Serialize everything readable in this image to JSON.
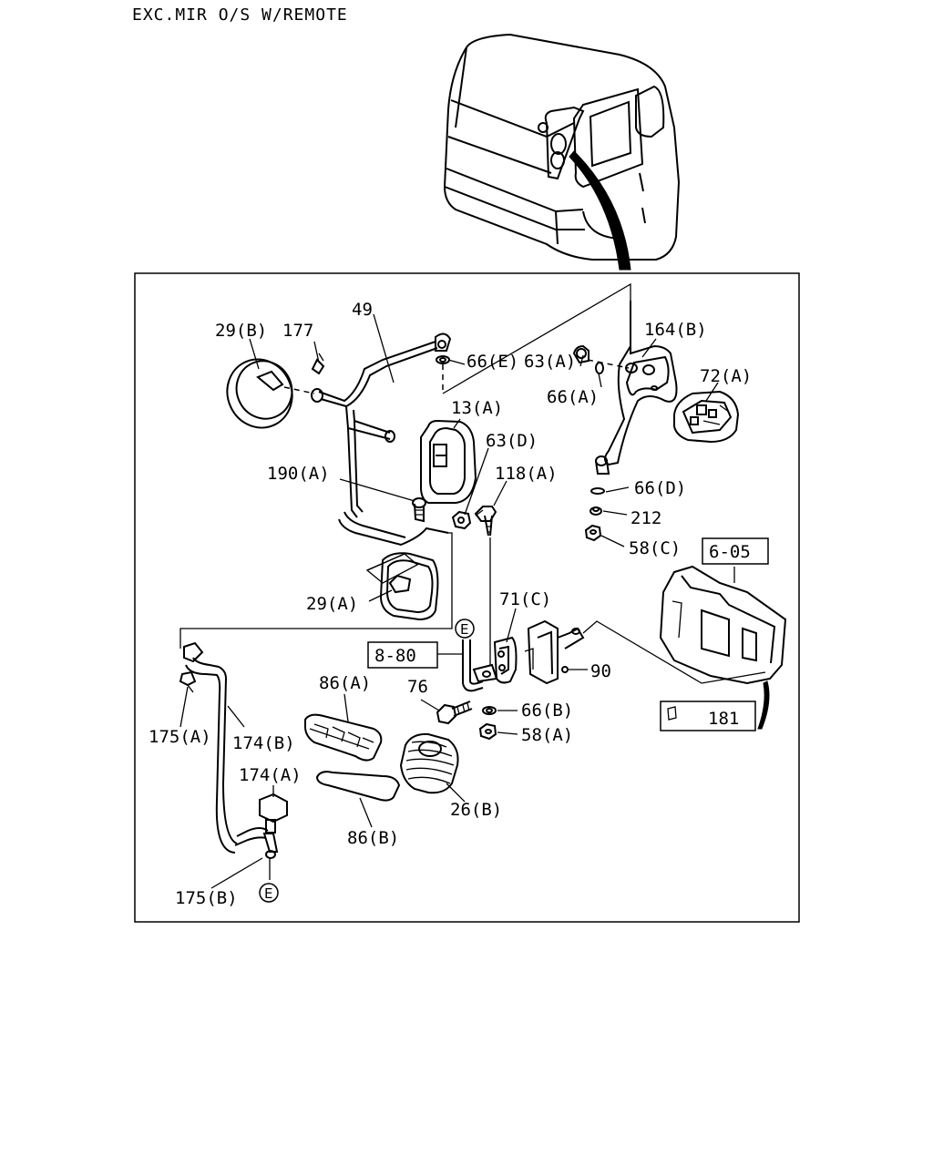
{
  "title": "EXC.MIR O/S W/REMOTE",
  "labels": {
    "l49": "49",
    "l29b": "29(B)",
    "l177": "177",
    "l66e": "66(E)",
    "l63a": "63(A)",
    "l164b": "164(B)",
    "l72a": "72(A)",
    "l66a": "66(A)",
    "l13a": "13(A)",
    "l63d": "63(D)",
    "l190a": "190(A)",
    "l118a": "118(A)",
    "l66d": "66(D)",
    "l212": "212",
    "l58c": "58(C)",
    "l605": "6-05",
    "l29a": "29(A)",
    "l71c": "71(C)",
    "l880": "8-80",
    "l90": "90",
    "l86a": "86(A)",
    "l76": "76",
    "l66b": "66(B)",
    "l58a": "58(A)",
    "l181": "181",
    "l175a": "175(A)",
    "l174b": "174(B)",
    "l174a": "174(A)",
    "l26b": "26(B)",
    "l86b": "86(B)",
    "l175b": "175(B)",
    "e1": "E",
    "e2": "E"
  }
}
